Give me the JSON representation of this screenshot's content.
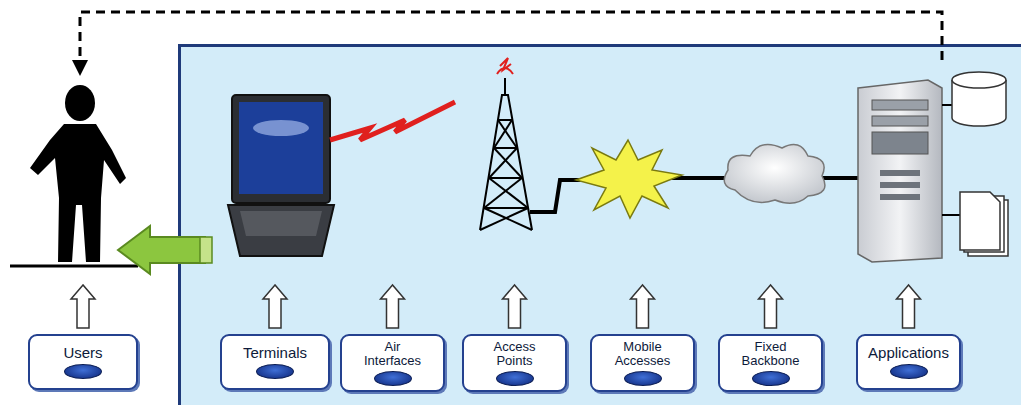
{
  "diagram": {
    "nodes": [
      {
        "text": [
          "Users"
        ]
      },
      {
        "text": [
          "Terminals"
        ]
      },
      {
        "text": [
          "Air Interfaces"
        ]
      },
      {
        "text": [
          "Access Points"
        ]
      },
      {
        "text": [
          "Mobile Accesses"
        ]
      },
      {
        "text": [
          "Fixed Backbone"
        ]
      },
      {
        "text": [
          "Applications"
        ]
      }
    ]
  }
}
